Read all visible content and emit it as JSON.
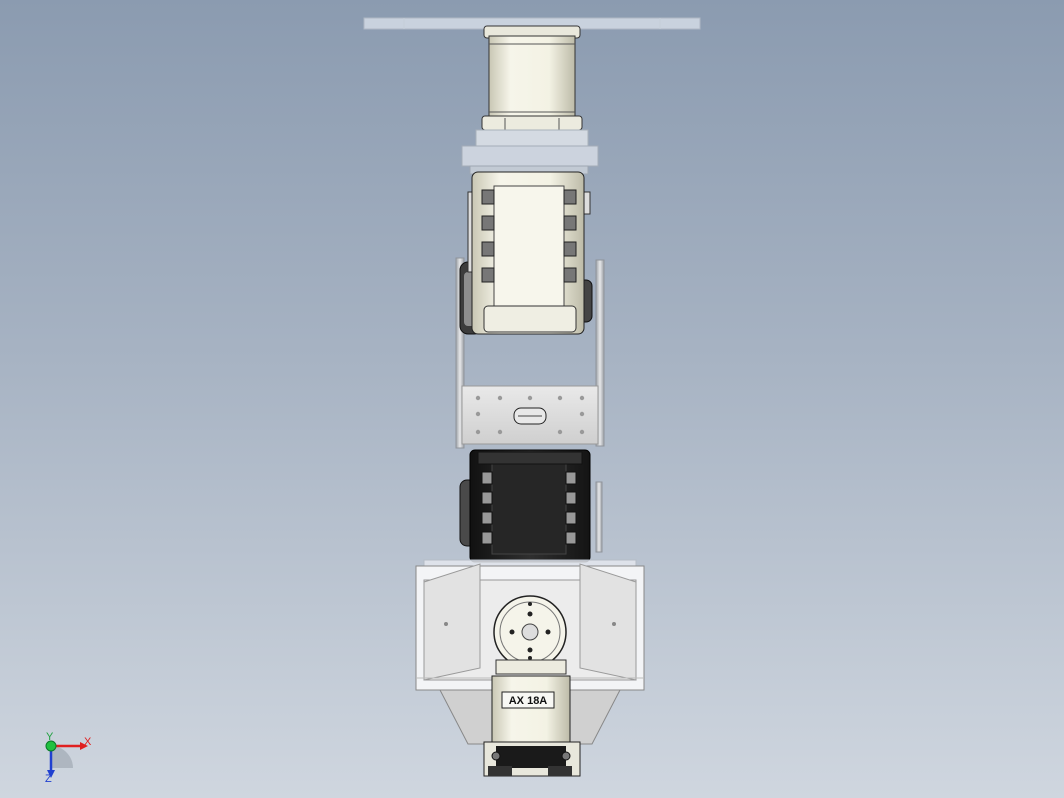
{
  "viewport": {
    "background_top": "#8b9bb0",
    "background_bottom": "#cfd6df"
  },
  "model": {
    "servo_label": "AX 18A",
    "colors": {
      "ivory": "#f1efe0",
      "dark_servo": "#2a2a2a",
      "bracket": "#dcdcdc",
      "clear_plate": "#dde4ee"
    }
  },
  "triad": {
    "x_label": "X",
    "y_label": "Y",
    "z_label": "Z",
    "x_color": "#e02020",
    "y_color": "#20c040",
    "z_color": "#2040d0"
  }
}
